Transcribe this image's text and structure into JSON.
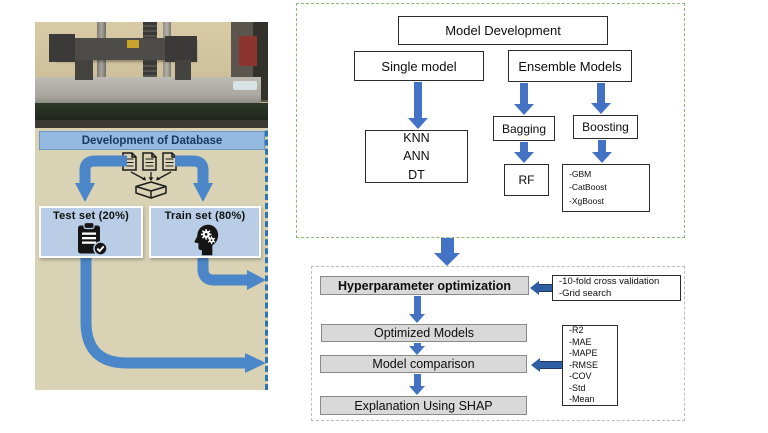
{
  "figure": {
    "left_panel": {
      "banner": "Development of Database",
      "test_set": "Test set (20%)",
      "train_set": "Train set (80%)"
    },
    "top_chart": {
      "title": "Model Development",
      "single_model": "Single model",
      "ensemble_models": "Ensemble Models",
      "single_items": [
        "KNN",
        "ANN",
        "DT"
      ],
      "bagging": "Bagging",
      "boosting": "Boosting",
      "rf": "RF",
      "boosting_items": [
        "-GBM",
        "-CatBoost",
        "-XgBoost"
      ]
    },
    "bottom_chart": {
      "steps": [
        "Hyperparameter optimization",
        "Optimized Models",
        "Model comparison",
        "Explanation Using SHAP"
      ],
      "hyper_notes": [
        "-10-fold cross validation",
        "-Grid search"
      ],
      "metric_notes": [
        "-R2",
        "-MAE",
        "-MAPE",
        "-RMSE",
        "-COV",
        "-Std",
        "-Mean"
      ]
    },
    "colors": {
      "arrow_blue": "#4472c4",
      "panel_arrow_blue": "#4b87c8",
      "dark_arrow_blue": "#2e5fa3",
      "panel_background": "#d9d2b4",
      "banner_fill": "#93b9e0",
      "set_box_fill": "#b9cde7",
      "gray_box_fill": "#d9d9d9",
      "green_dash": "#8cb87a",
      "gray_dash": "#bdbdbd",
      "blue_dash": "#2e75b6"
    }
  }
}
